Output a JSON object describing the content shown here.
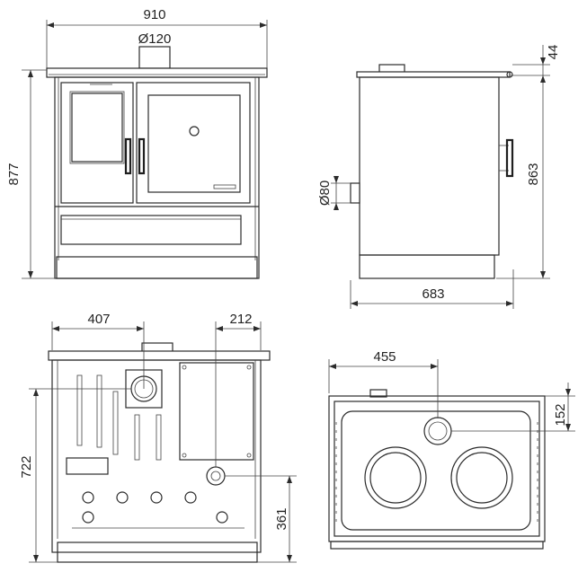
{
  "front_view": {
    "width_label": "910",
    "flue_label": "Ø120",
    "height_label": "877"
  },
  "side_view": {
    "top_label": "44",
    "side_flue_label": "Ø80",
    "height_label": "863",
    "depth_label": "683"
  },
  "rear_view": {
    "offset_left_label": "407",
    "offset_right_label": "212",
    "height_label": "722",
    "outlet_height_label": "361"
  },
  "top_view": {
    "flue_offset_label": "455",
    "flue_depth_label": "152"
  }
}
